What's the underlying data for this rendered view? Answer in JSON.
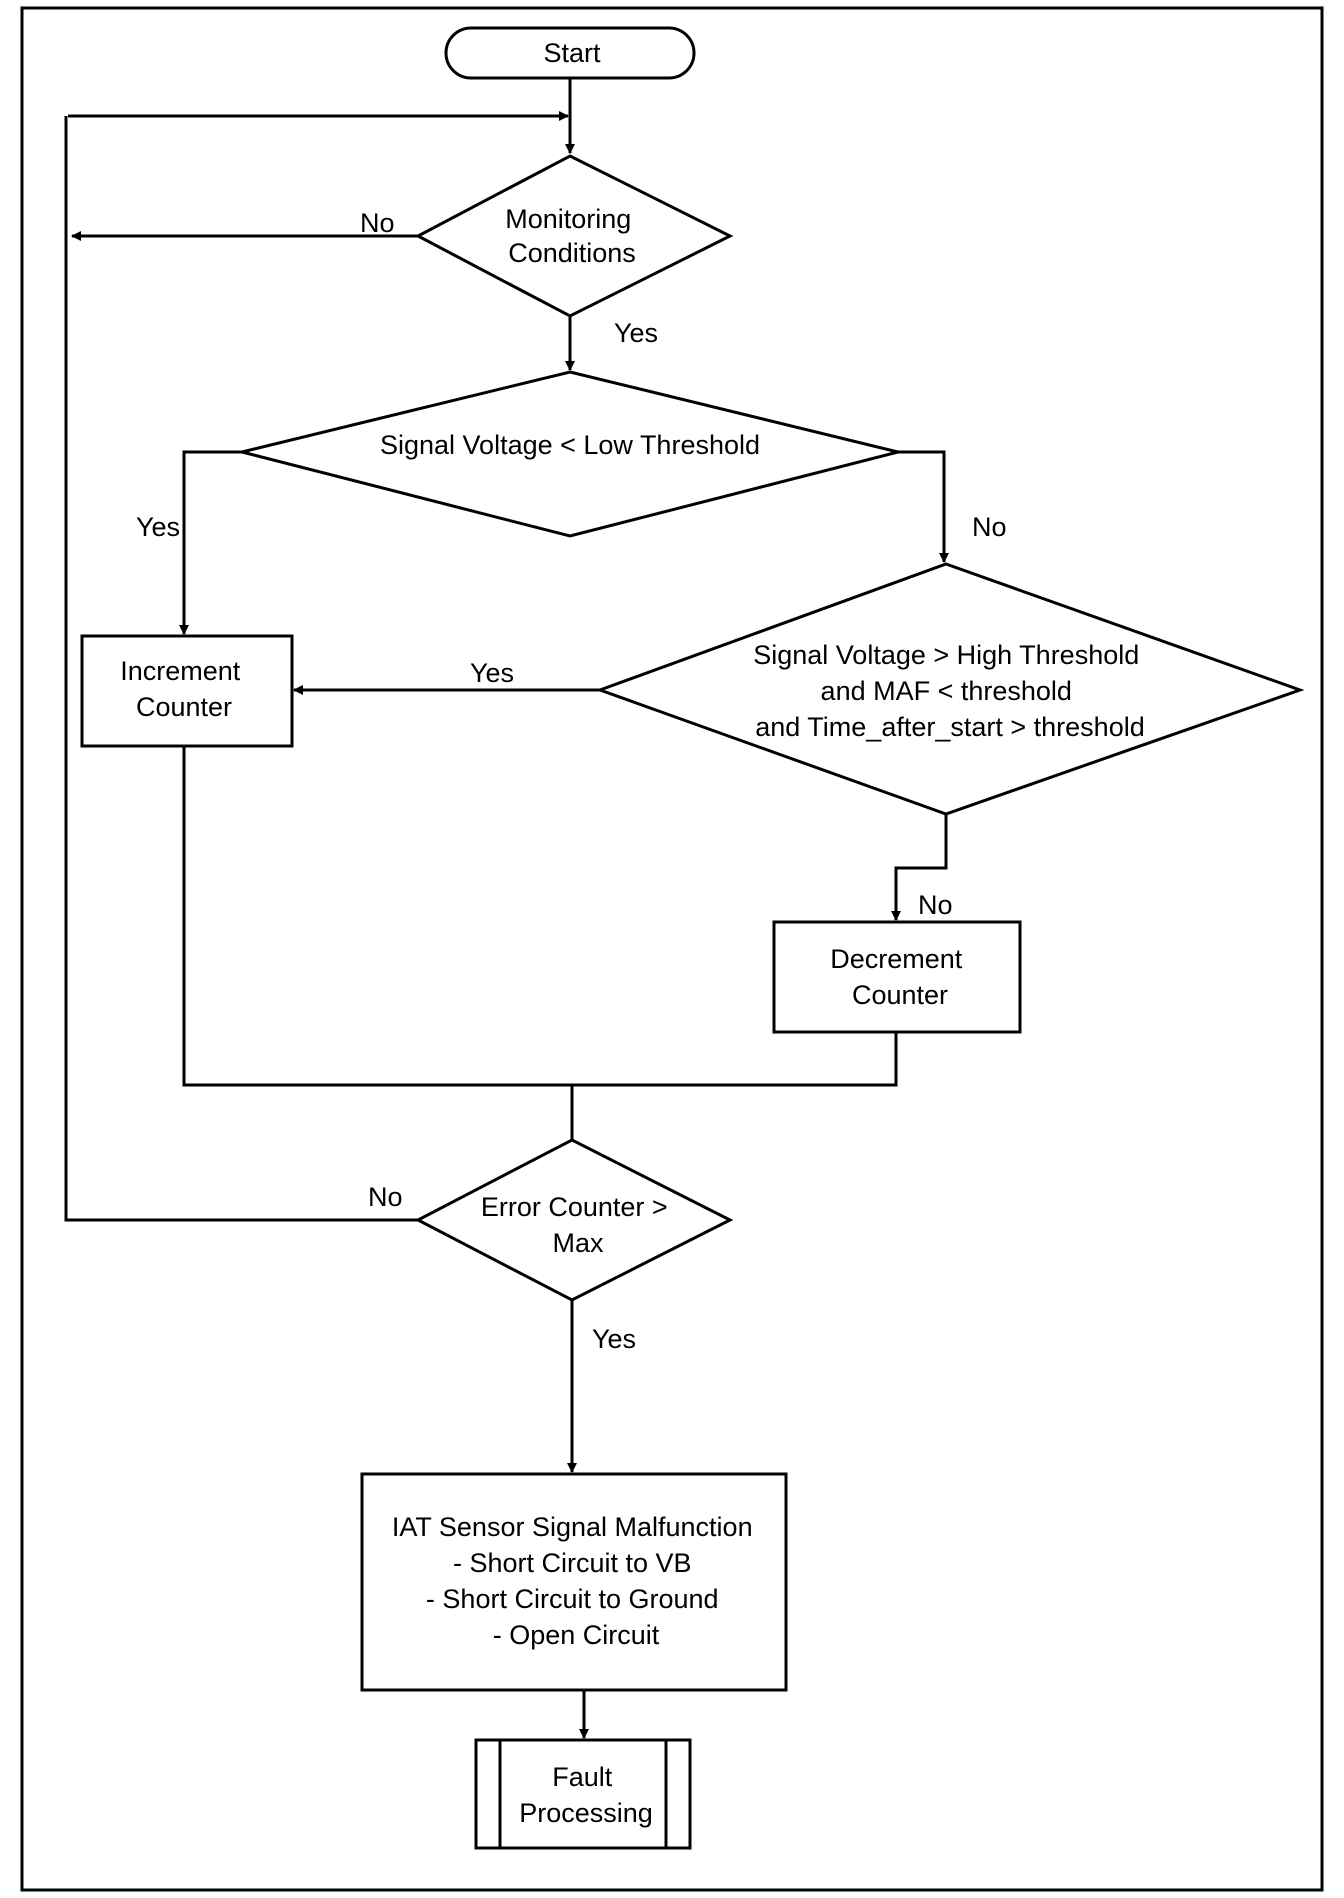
{
  "diagram": {
    "nodes": {
      "start": {
        "lines": [
          "Start"
        ]
      },
      "monitoring": {
        "lines": [
          "Monitoring",
          "Conditions"
        ]
      },
      "low_threshold": {
        "lines": [
          "Signal Voltage < Low Threshold"
        ]
      },
      "high_threshold": {
        "lines": [
          "Signal Voltage > High Threshold",
          "and MAF < threshold",
          "and Time_after_start > threshold"
        ]
      },
      "increment": {
        "lines": [
          "Increment",
          "Counter"
        ]
      },
      "decrement": {
        "lines": [
          "Decrement",
          "Counter"
        ]
      },
      "error_counter": {
        "lines": [
          "Error Counter >",
          "Max"
        ]
      },
      "malfunction": {
        "lines": [
          "IAT Sensor Signal Malfunction",
          "- Short Circuit to VB",
          "- Short Circuit to Ground",
          "- Open Circuit"
        ]
      },
      "fault_processing": {
        "lines": [
          "Fault",
          "Processing"
        ]
      }
    },
    "edge_labels": {
      "monitoring_no": "No",
      "monitoring_yes": "Yes",
      "low_yes": "Yes",
      "low_no": "No",
      "high_yes": "Yes",
      "high_no": "No",
      "error_no": "No",
      "error_yes": "Yes"
    }
  }
}
